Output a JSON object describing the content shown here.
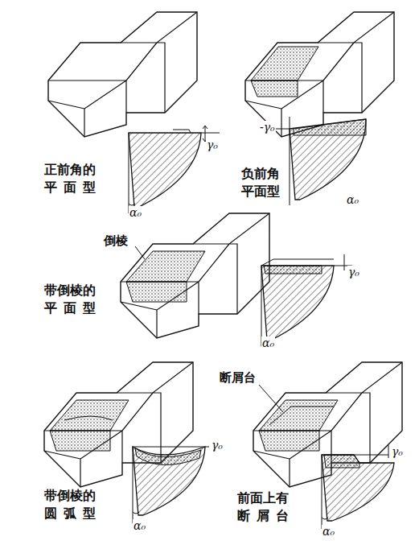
{
  "diagram": {
    "labels": [
      "正前角的 平面型",
      "γ₀",
      "α₀",
      "负前角 平面型",
      "-γ₀",
      "α₀",
      "倒棱",
      "带倒棱的 平面型",
      "γ₀",
      "α₀",
      "带倒棱的 圆弧型",
      "γ₀",
      "α₀",
      "断屑台",
      "前面上有 断屑台",
      "γ₀",
      "α₀"
    ]
  }
}
